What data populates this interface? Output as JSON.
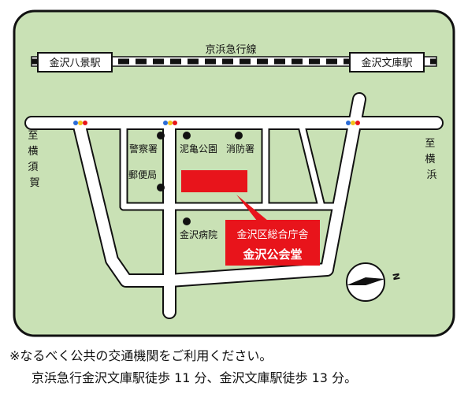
{
  "map": {
    "railway": {
      "line_name": "京浜急行線",
      "station_left": "金沢八景駅",
      "station_right": "金沢文庫駅"
    },
    "directions": {
      "left": "至横須賀",
      "right": "至横浜"
    },
    "landmarks": {
      "police": "警察署",
      "park": "泥亀公園",
      "fire_station": "消防署",
      "post_office": "郵便局",
      "hospital": "金沢病院"
    },
    "destination": {
      "line1": "金沢区総合庁舎",
      "line2": "金沢公会堂"
    },
    "compass_label": "N",
    "colors": {
      "background": "#c9e1b5",
      "road": "#ffffff",
      "outline": "#111111",
      "destination": "#e8141b",
      "signal_blue": "#2b6bd6",
      "signal_yellow": "#f2c21a",
      "signal_red": "#e8141b"
    }
  },
  "notes": {
    "line1": "※なるべく公共の交通機関をご利用ください。",
    "line2": "京浜急行金沢文庫駅徒歩 11 分、金沢文庫駅徒歩 13 分。"
  }
}
